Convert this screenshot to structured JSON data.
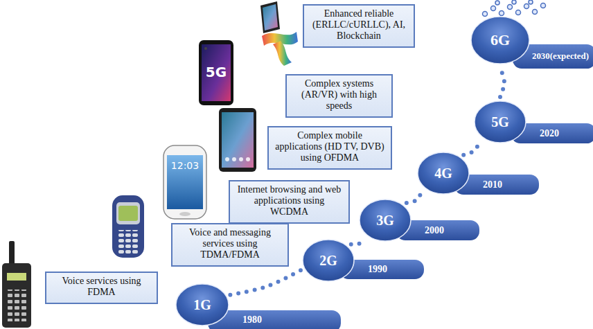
{
  "diagram": {
    "nodes": [
      {
        "text": [
          "Voice services using FDMA"
        ]
      },
      {
        "text": [
          "Voice and messaging services using TDMA/FDMA"
        ]
      },
      {
        "text": [
          "Internet browsing and web applications using WCDMA"
        ]
      },
      {
        "text": [
          "Complex mobile applications (HD TV, DVB) using OFDMA"
        ]
      },
      {
        "text": [
          "Complex systems (AR/VR) with high speeds"
        ]
      },
      {
        "text": [
          "Enhanced reliable (ERLLC/cURLLC), AI, Blockchain"
        ]
      },
      {
        "text": [
          "1G",
          "1980"
        ]
      },
      {
        "text": [
          "2G",
          "1990"
        ]
      },
      {
        "text": [
          "3G",
          "2000"
        ]
      },
      {
        "text": [
          "4G",
          "2010"
        ]
      },
      {
        "text": [
          "5G",
          "2020"
        ]
      },
      {
        "text": [
          "6G",
          "2030(expected)"
        ]
      }
    ],
    "edges": [
      {
        "from": 6,
        "to": 7,
        "arrow": "none"
      },
      {
        "from": 7,
        "to": 8,
        "arrow": "none"
      },
      {
        "from": 8,
        "to": 9,
        "arrow": "none"
      },
      {
        "from": 9,
        "to": 10,
        "arrow": "none"
      },
      {
        "from": 10,
        "to": 11,
        "arrow": "none"
      }
    ],
    "labels": [
      "12:03",
      "5G"
    ]
  }
}
